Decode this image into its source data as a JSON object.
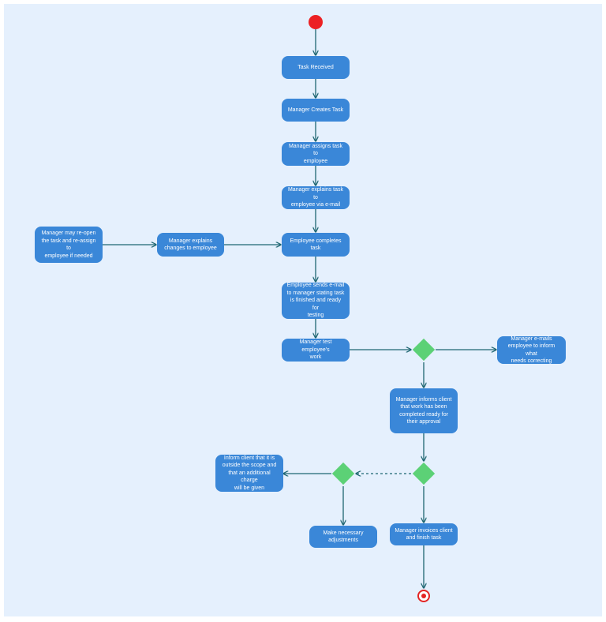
{
  "nodes": {
    "task_received": "Task Received",
    "manager_creates_task": "Manager Creates Task",
    "manager_assigns": [
      "Manager assigns task to",
      "employee"
    ],
    "manager_explains_email": [
      "Manager explains task to",
      "employee via e-mail"
    ],
    "employee_completes": [
      "Employee completes",
      "task"
    ],
    "manager_explains_changes": [
      "Manager explains",
      "changes to employee"
    ],
    "manager_may_reopen": [
      "Manager may re-open",
      "the task and re-assign to",
      "employee if needed"
    ],
    "employee_sends_email": [
      "Employee sends e-mail",
      "to manager stating task",
      "is finished and ready for",
      "testing"
    ],
    "manager_test_work": [
      "Manager test employee's",
      "work"
    ],
    "manager_emails_employee": [
      "Manager e-mails",
      "employee to inform what",
      "needs correcting"
    ],
    "manager_informs_client": [
      "Manager informs client",
      "that work has been",
      "completed ready for",
      "their approval"
    ],
    "inform_client_scope": [
      "Inform client that it is",
      "outside the scope and",
      "that an additional charge",
      "will be given"
    ],
    "make_adjustments": [
      "Make necessary",
      "adjustments"
    ],
    "manager_invoices": [
      "Manager invoices client",
      "and finish task"
    ]
  },
  "colors": {
    "background": "#e5f0fd",
    "node_fill": "#3a87d8",
    "node_text": "#ffffff",
    "connector": "#1f6672",
    "decision_fill": "#5cd176",
    "start_fill": "#ec2124",
    "end_fill": "#e32423"
  }
}
